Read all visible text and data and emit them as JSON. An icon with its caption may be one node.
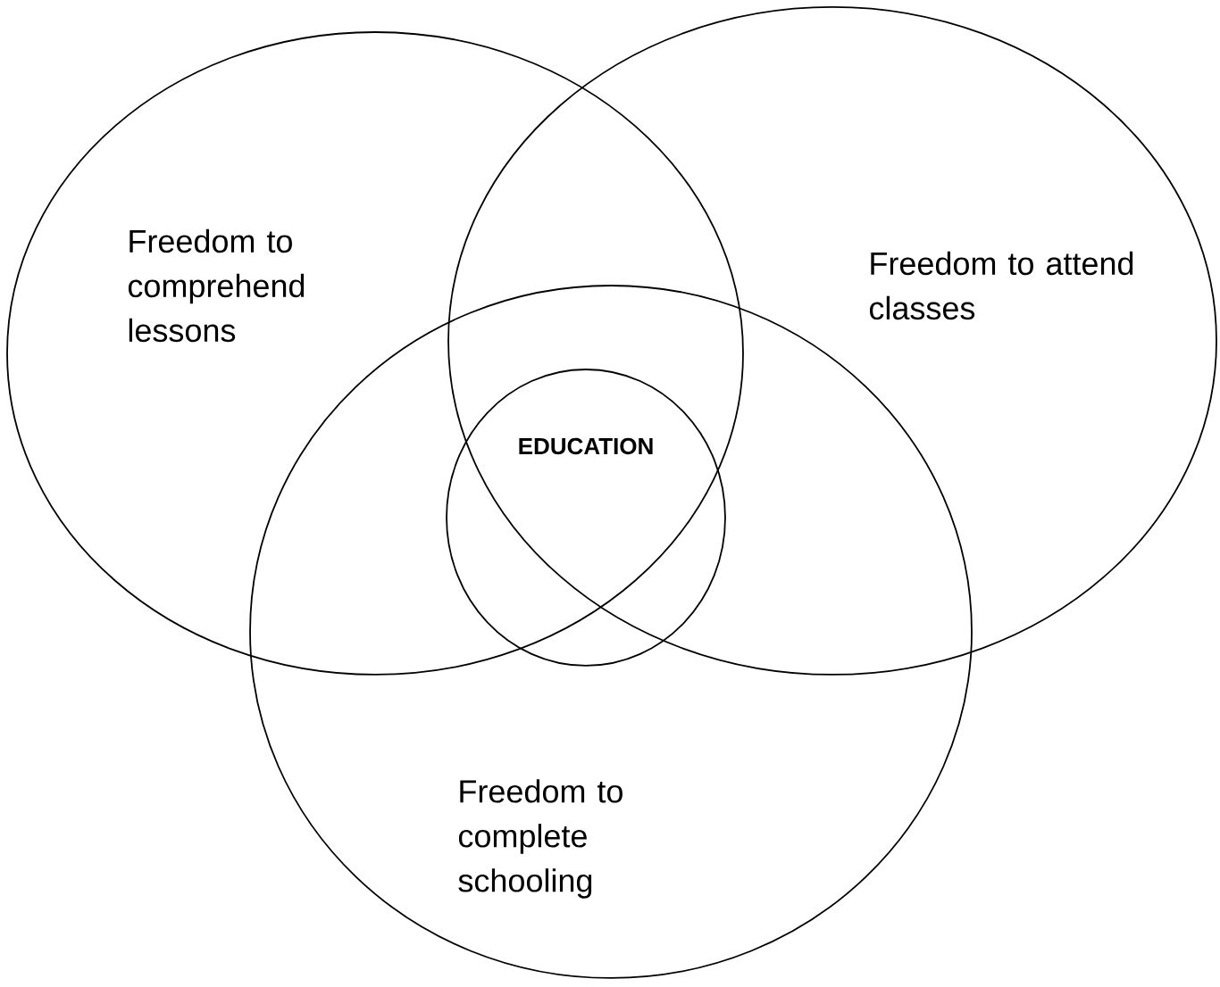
{
  "diagram": {
    "nodes": [
      {
        "text": [
          "Freedom to comprehend lessons"
        ]
      },
      {
        "text": [
          "Freedom to attend classes"
        ]
      },
      {
        "text": [
          "EDUCATION"
        ]
      },
      {
        "text": [
          "Freedom to complete schooling"
        ]
      }
    ]
  }
}
